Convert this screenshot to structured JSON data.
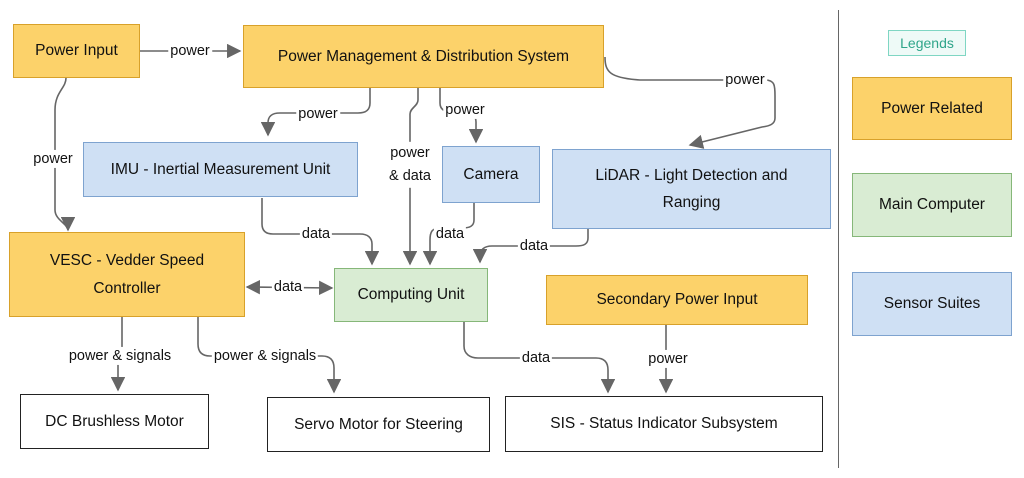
{
  "nodes": {
    "power_input": "Power Input",
    "pmds": "Power Management & Distribution System",
    "imu": "IMU - Inertial Measurement Unit",
    "camera": "Camera",
    "lidar": "LiDAR - Light Detection and Ranging",
    "vesc": "VESC - Vedder Speed Controller",
    "computing": "Computing Unit",
    "secondary_power": "Secondary Power Input",
    "dc_motor": "DC Brushless Motor",
    "servo": "Servo Motor for Steering",
    "sis": "SIS - Status Indicator Subsystem"
  },
  "edge_labels": {
    "input_to_pmds": "power",
    "pmds_to_lidar": "power",
    "pmds_to_imu": "power",
    "pmds_to_camera": "power",
    "pmds_to_computing": "power\n& data",
    "input_to_vesc": "power",
    "imu_data": "data",
    "camera_data": "data",
    "lidar_data": "data",
    "vesc_computing": "data",
    "vesc_dc_motor": "power & signals",
    "vesc_servo": "power & signals",
    "computing_sis": "data",
    "secondary_sis": "power"
  },
  "legend": {
    "title": "Legends",
    "items": [
      "Power Related",
      "Main Computer",
      "Sensor Suites"
    ]
  },
  "colors": {
    "power": "#fcd26a",
    "sensor": "#cfe0f4",
    "main": "#d9ecd3",
    "arrow": "#666666"
  }
}
